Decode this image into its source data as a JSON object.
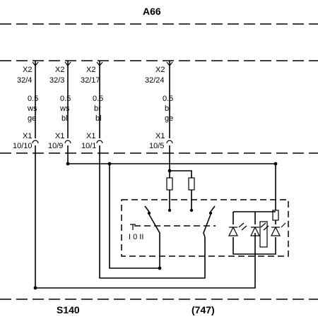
{
  "module_top": "A66",
  "module_bottom": "S140",
  "module_bottom_ref": "(747)",
  "connectors": [
    {
      "top_connector": "X2",
      "top_pin": "32/4",
      "gauge": "0.5",
      "color1": "ws",
      "color2": "ge",
      "bottom_connector": "X1",
      "bottom_pin": "10/10"
    },
    {
      "top_connector": "X2",
      "top_pin": "32/3",
      "gauge": "0.5",
      "color1": "ws",
      "color2": "bl",
      "bottom_connector": "X1",
      "bottom_pin": "10/9"
    },
    {
      "top_connector": "X2",
      "top_pin": "32/17",
      "gauge": "0.5",
      "color1": "br",
      "color2": "bl",
      "bottom_connector": "X1",
      "bottom_pin": "10/1"
    },
    {
      "top_connector": "X2",
      "top_pin": "32/24",
      "gauge": "0.5",
      "color1": "bl",
      "color2": "ge",
      "bottom_connector": "X1",
      "bottom_pin": "10/5"
    }
  ],
  "switch_positions": "I 0 II"
}
